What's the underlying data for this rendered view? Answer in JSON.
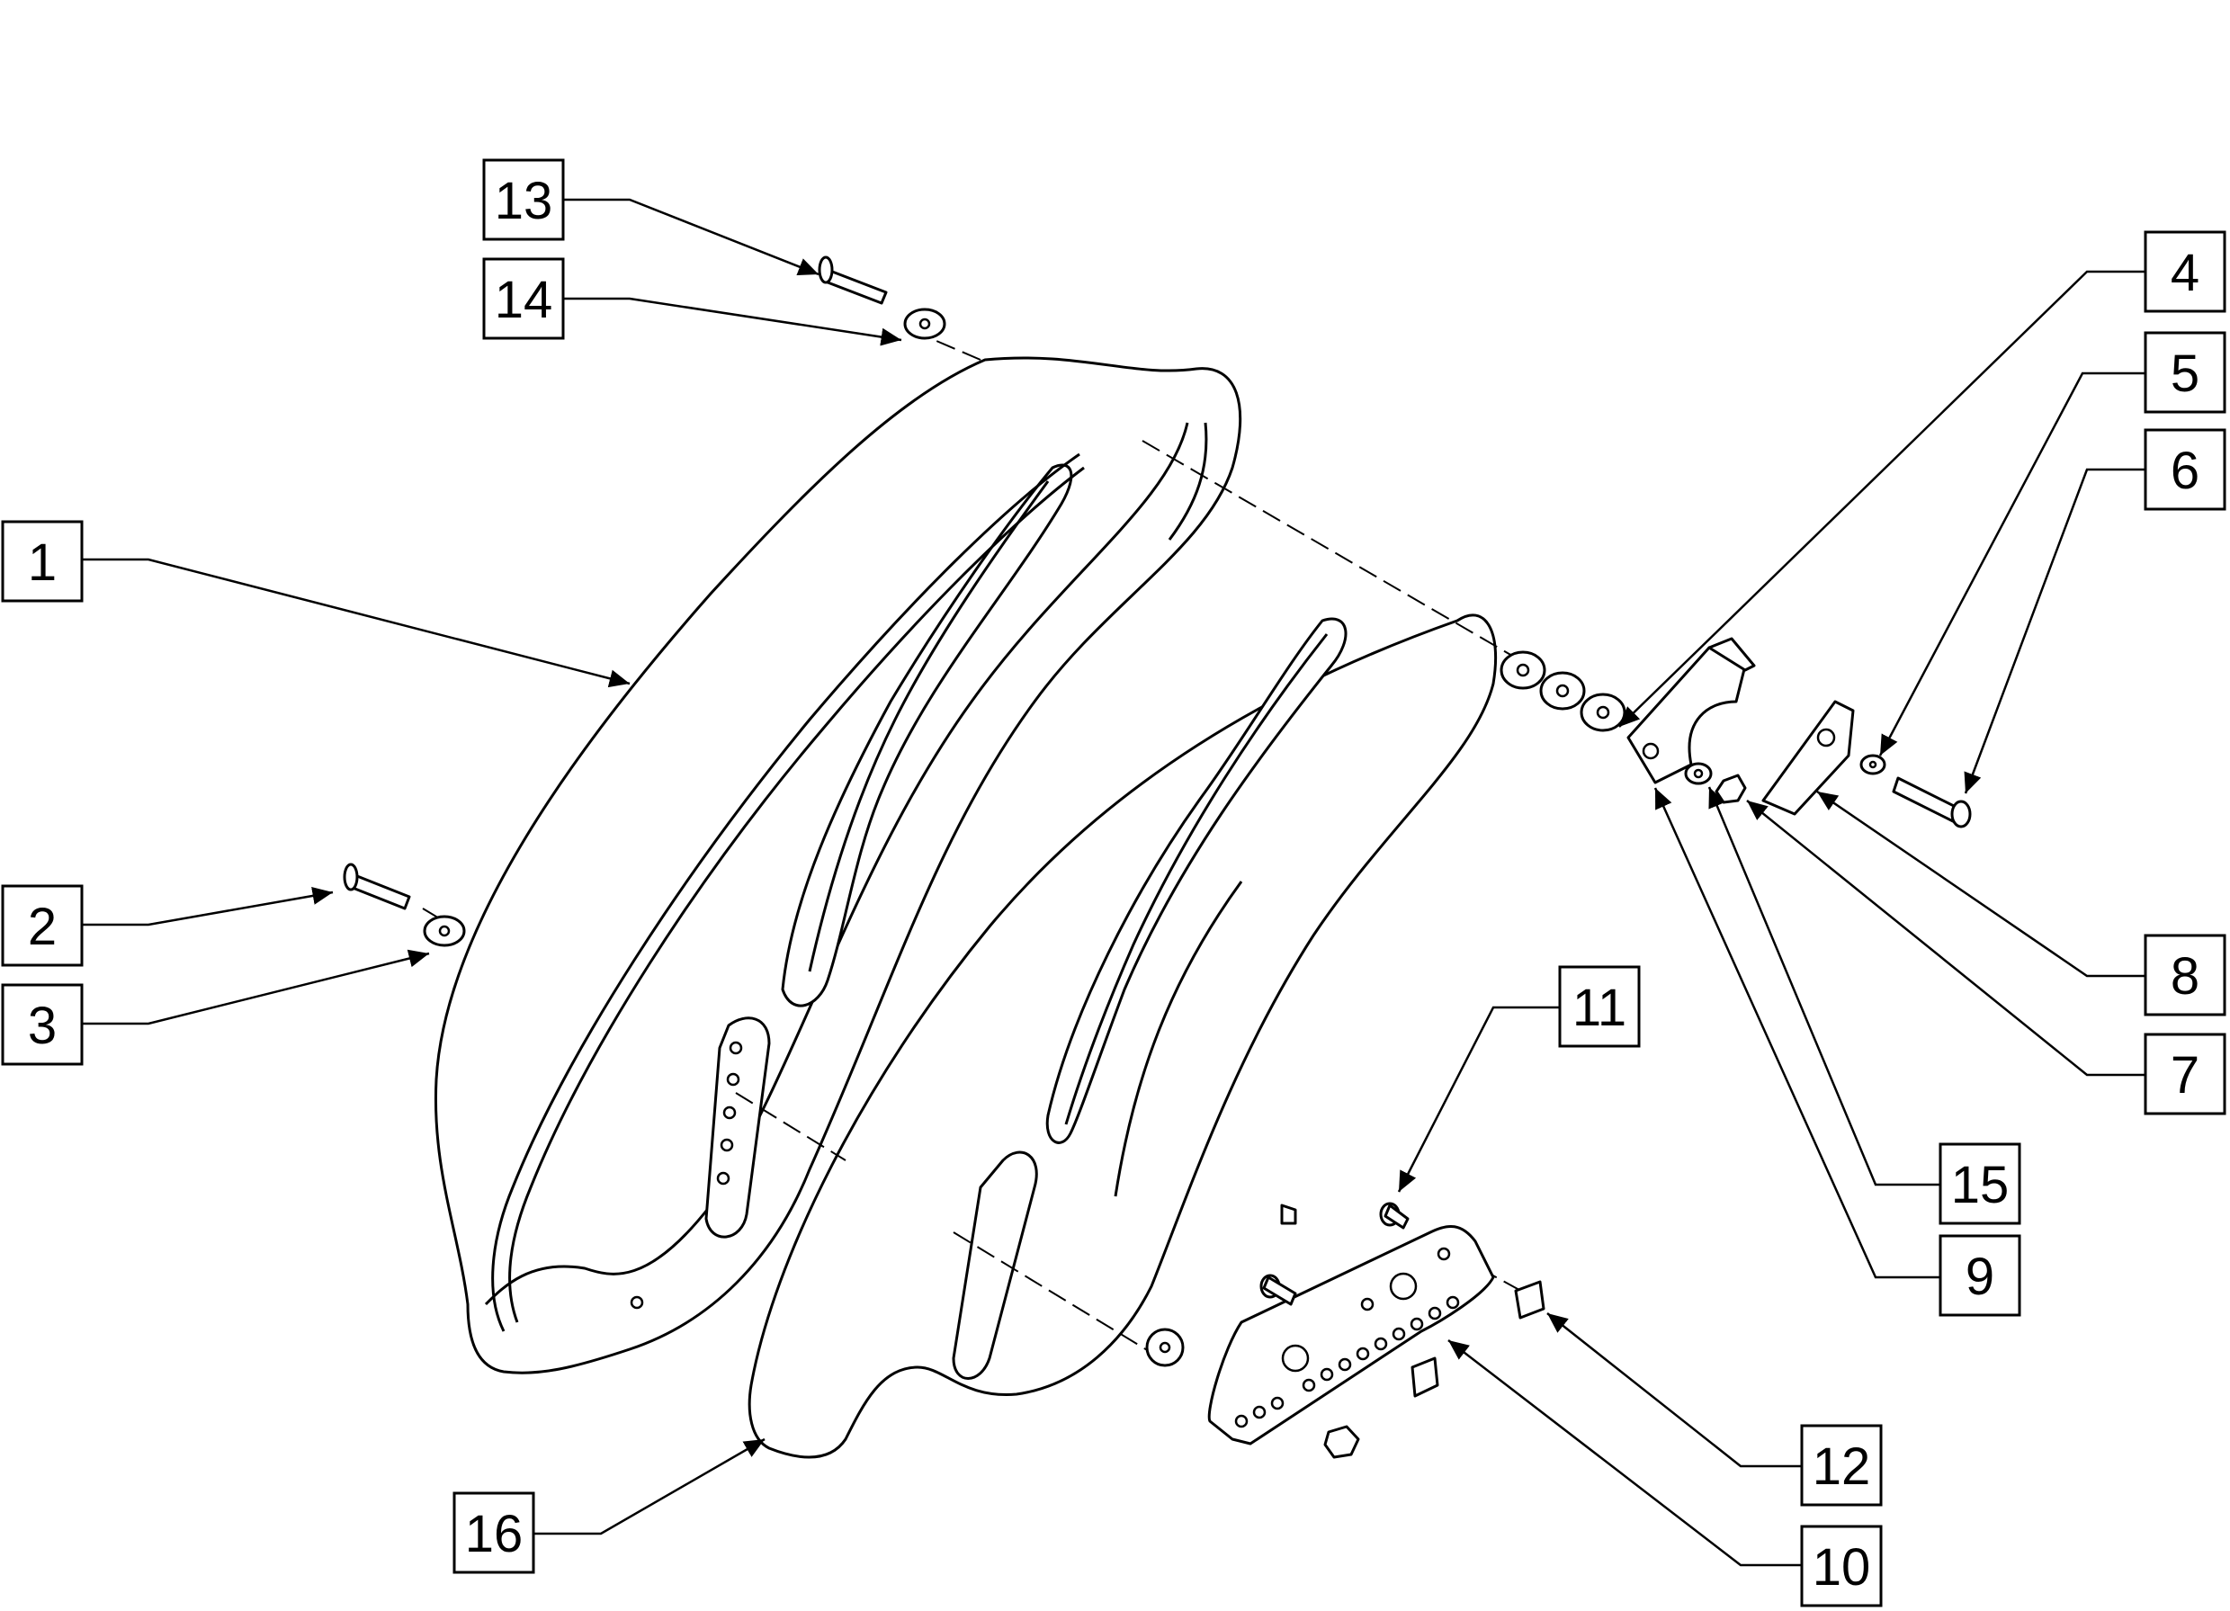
{
  "callouts": [
    {
      "label": "1"
    },
    {
      "label": "2"
    },
    {
      "label": "3"
    },
    {
      "label": "4"
    },
    {
      "label": "5"
    },
    {
      "label": "6"
    },
    {
      "label": "7"
    },
    {
      "label": "8"
    },
    {
      "label": "9"
    },
    {
      "label": "10"
    },
    {
      "label": "11"
    },
    {
      "label": "12"
    },
    {
      "label": "13"
    },
    {
      "label": "14"
    },
    {
      "label": "15"
    },
    {
      "label": "16"
    }
  ]
}
